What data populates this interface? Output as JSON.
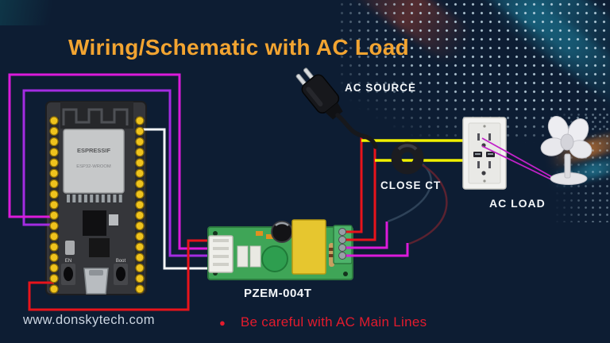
{
  "title": {
    "text": "Wiring/Schematic with AC Load",
    "color": "#F2A431"
  },
  "labels": {
    "ac_source": "AC SOURCE",
    "close_ct": "CLOSE CT",
    "ac_load": "AC LOAD",
    "pzem_module": "PZEM-004T"
  },
  "esp32_board": {
    "chip_brand": "ESPRESSIF",
    "chip_model": "ESP32-WROOM",
    "en_button": "EN",
    "boot_button": "Boot"
  },
  "footer": {
    "website": "www.donskytech.com"
  },
  "warning": {
    "bullet": "●",
    "text": "Be careful with AC Main Lines",
    "color": "#E31B2D"
  },
  "wire_colors": {
    "magenta": "#DB1ADB",
    "violet": "#A32CE2",
    "red": "#E8131B",
    "yellow": "#F0F000",
    "white": "#F3F6FA",
    "load_line": "#C122C8"
  },
  "components": {
    "microcontroller": "ESP32 dev board",
    "power_meter": "PZEM-004T module",
    "sensor": "CT clamp",
    "source": "AC plug",
    "outlet": "AC wall outlet",
    "load": "Electric fan"
  }
}
